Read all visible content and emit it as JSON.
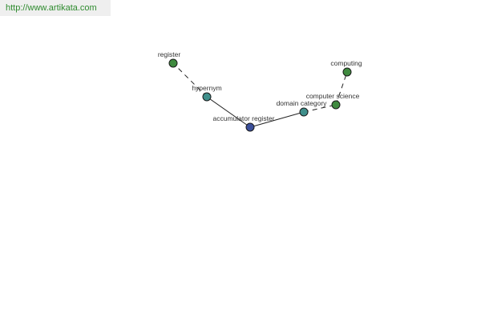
{
  "header": {
    "url": "http://www.artikata.com",
    "url_color": "#2e8b2e"
  },
  "graph": {
    "colors": {
      "center": "#3b4f9a",
      "relation": "#3f8f8b",
      "term": "#3f8a3f"
    },
    "nodes": {
      "register": "register",
      "hypernym": "hypernym",
      "accumulator": "accumulator register",
      "domain": "domain category",
      "computing": "computing",
      "computer_science": "computer science"
    },
    "edges": [
      {
        "from": "accumulator register",
        "to": "hypernym",
        "style": "solid"
      },
      {
        "from": "hypernym",
        "to": "register",
        "style": "dashed"
      },
      {
        "from": "accumulator register",
        "to": "domain category",
        "style": "solid"
      },
      {
        "from": "domain category",
        "to": "computer science",
        "style": "dashed"
      },
      {
        "from": "computer science",
        "to": "computing",
        "style": "dashed"
      }
    ]
  }
}
